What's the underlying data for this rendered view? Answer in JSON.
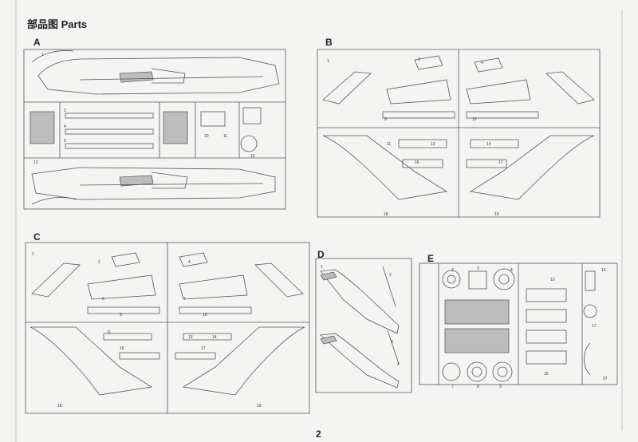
{
  "header": {
    "title": "部品图 Parts"
  },
  "sections": [
    {
      "label": "A"
    },
    {
      "label": "B"
    },
    {
      "label": "C"
    },
    {
      "label": "D"
    },
    {
      "label": "E"
    }
  ],
  "footer": {
    "page_number": "2"
  }
}
